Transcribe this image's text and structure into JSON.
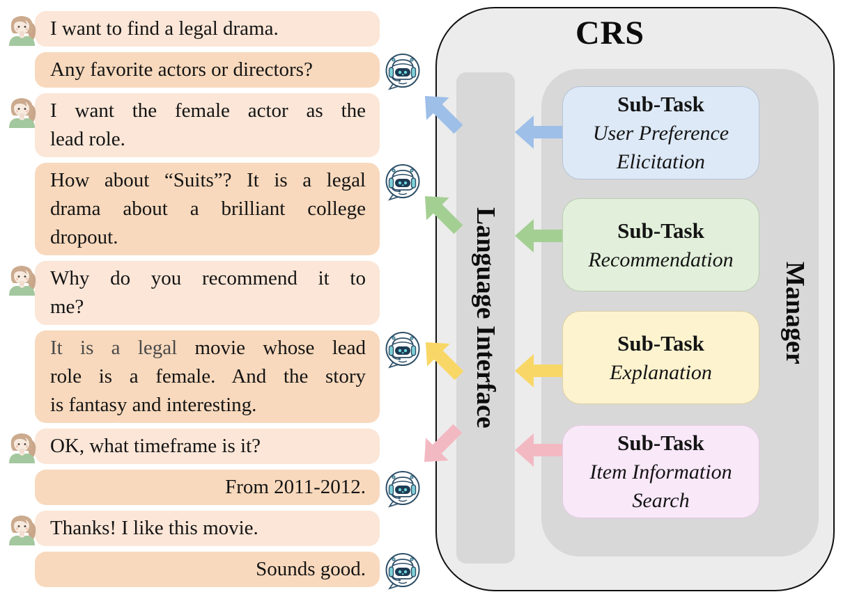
{
  "chat": {
    "user_bubble_color": "#fbe6d7",
    "bot_bubble_color": "#f8d9bd",
    "messages": [
      {
        "sender": "user",
        "lines": [
          "I want to find a legal drama."
        ]
      },
      {
        "sender": "bot",
        "lines": [
          "Any favorite actors or directors?"
        ]
      },
      {
        "sender": "user",
        "justify": true,
        "lines": [
          "I want the female actor as the",
          "lead role."
        ]
      },
      {
        "sender": "bot",
        "justify": true,
        "lines": [
          "How about “Suits”? It is a legal",
          "drama about a brilliant college",
          "dropout."
        ]
      },
      {
        "sender": "user",
        "justify": true,
        "lines": [
          "Why do you recommend it to",
          "me?"
        ]
      },
      {
        "sender": "bot",
        "justify": true,
        "gray_prefix": "It is a legal",
        "lines": [
          "It is a legal movie whose lead",
          "role is a female. And the story",
          "is fantasy and interesting."
        ]
      },
      {
        "sender": "user",
        "lines": [
          "OK, what timeframe is it?"
        ]
      },
      {
        "sender": "bot",
        "align": "right",
        "lines": [
          "From 2011-2012."
        ]
      },
      {
        "sender": "user",
        "lines": [
          "Thanks! I like this movie."
        ]
      },
      {
        "sender": "bot",
        "align": "right",
        "lines": [
          "Sounds good."
        ]
      }
    ]
  },
  "diagram": {
    "title": "CRS",
    "language_interface_label": "Language Interface",
    "manager_label": "Manager",
    "subtask_heading": "Sub-Task",
    "container_color": "#ececec",
    "panel_color": "#d8d8d8",
    "subtasks": [
      {
        "id": "user-preference-elicitation",
        "lines": [
          "User Preference",
          "Elicitation"
        ],
        "fill": "#dde9f6",
        "border": "#b6c2d4",
        "arrow_color": "#9dbfe8",
        "out_arrow": "up-left"
      },
      {
        "id": "recommendation",
        "lines": [
          "Recommendation"
        ],
        "fill": "#e2f0db",
        "border": "#b9cdb2",
        "arrow_color": "#a4cf93",
        "out_arrow": "up-left"
      },
      {
        "id": "explanation",
        "lines": [
          "Explanation"
        ],
        "fill": "#fdf3cf",
        "border": "#dccfa4",
        "arrow_color": "#f8d766",
        "out_arrow": "up-left"
      },
      {
        "id": "item-information-search",
        "lines": [
          "Item Information",
          "Search"
        ],
        "fill": "#f8e8f8",
        "border": "#e3cbe3",
        "arrow_color": "#f3b9c3",
        "out_arrow": "down-left"
      }
    ]
  },
  "icons": {
    "user_avatar": "woman-avatar",
    "bot": "robot-chat-icon",
    "bot_outline_color": "#2e4f68",
    "bot_accent_color": "#7fd1d8",
    "avatar_hair_color": "#cbaa8e",
    "avatar_shirt_color": "#a3c79e"
  }
}
